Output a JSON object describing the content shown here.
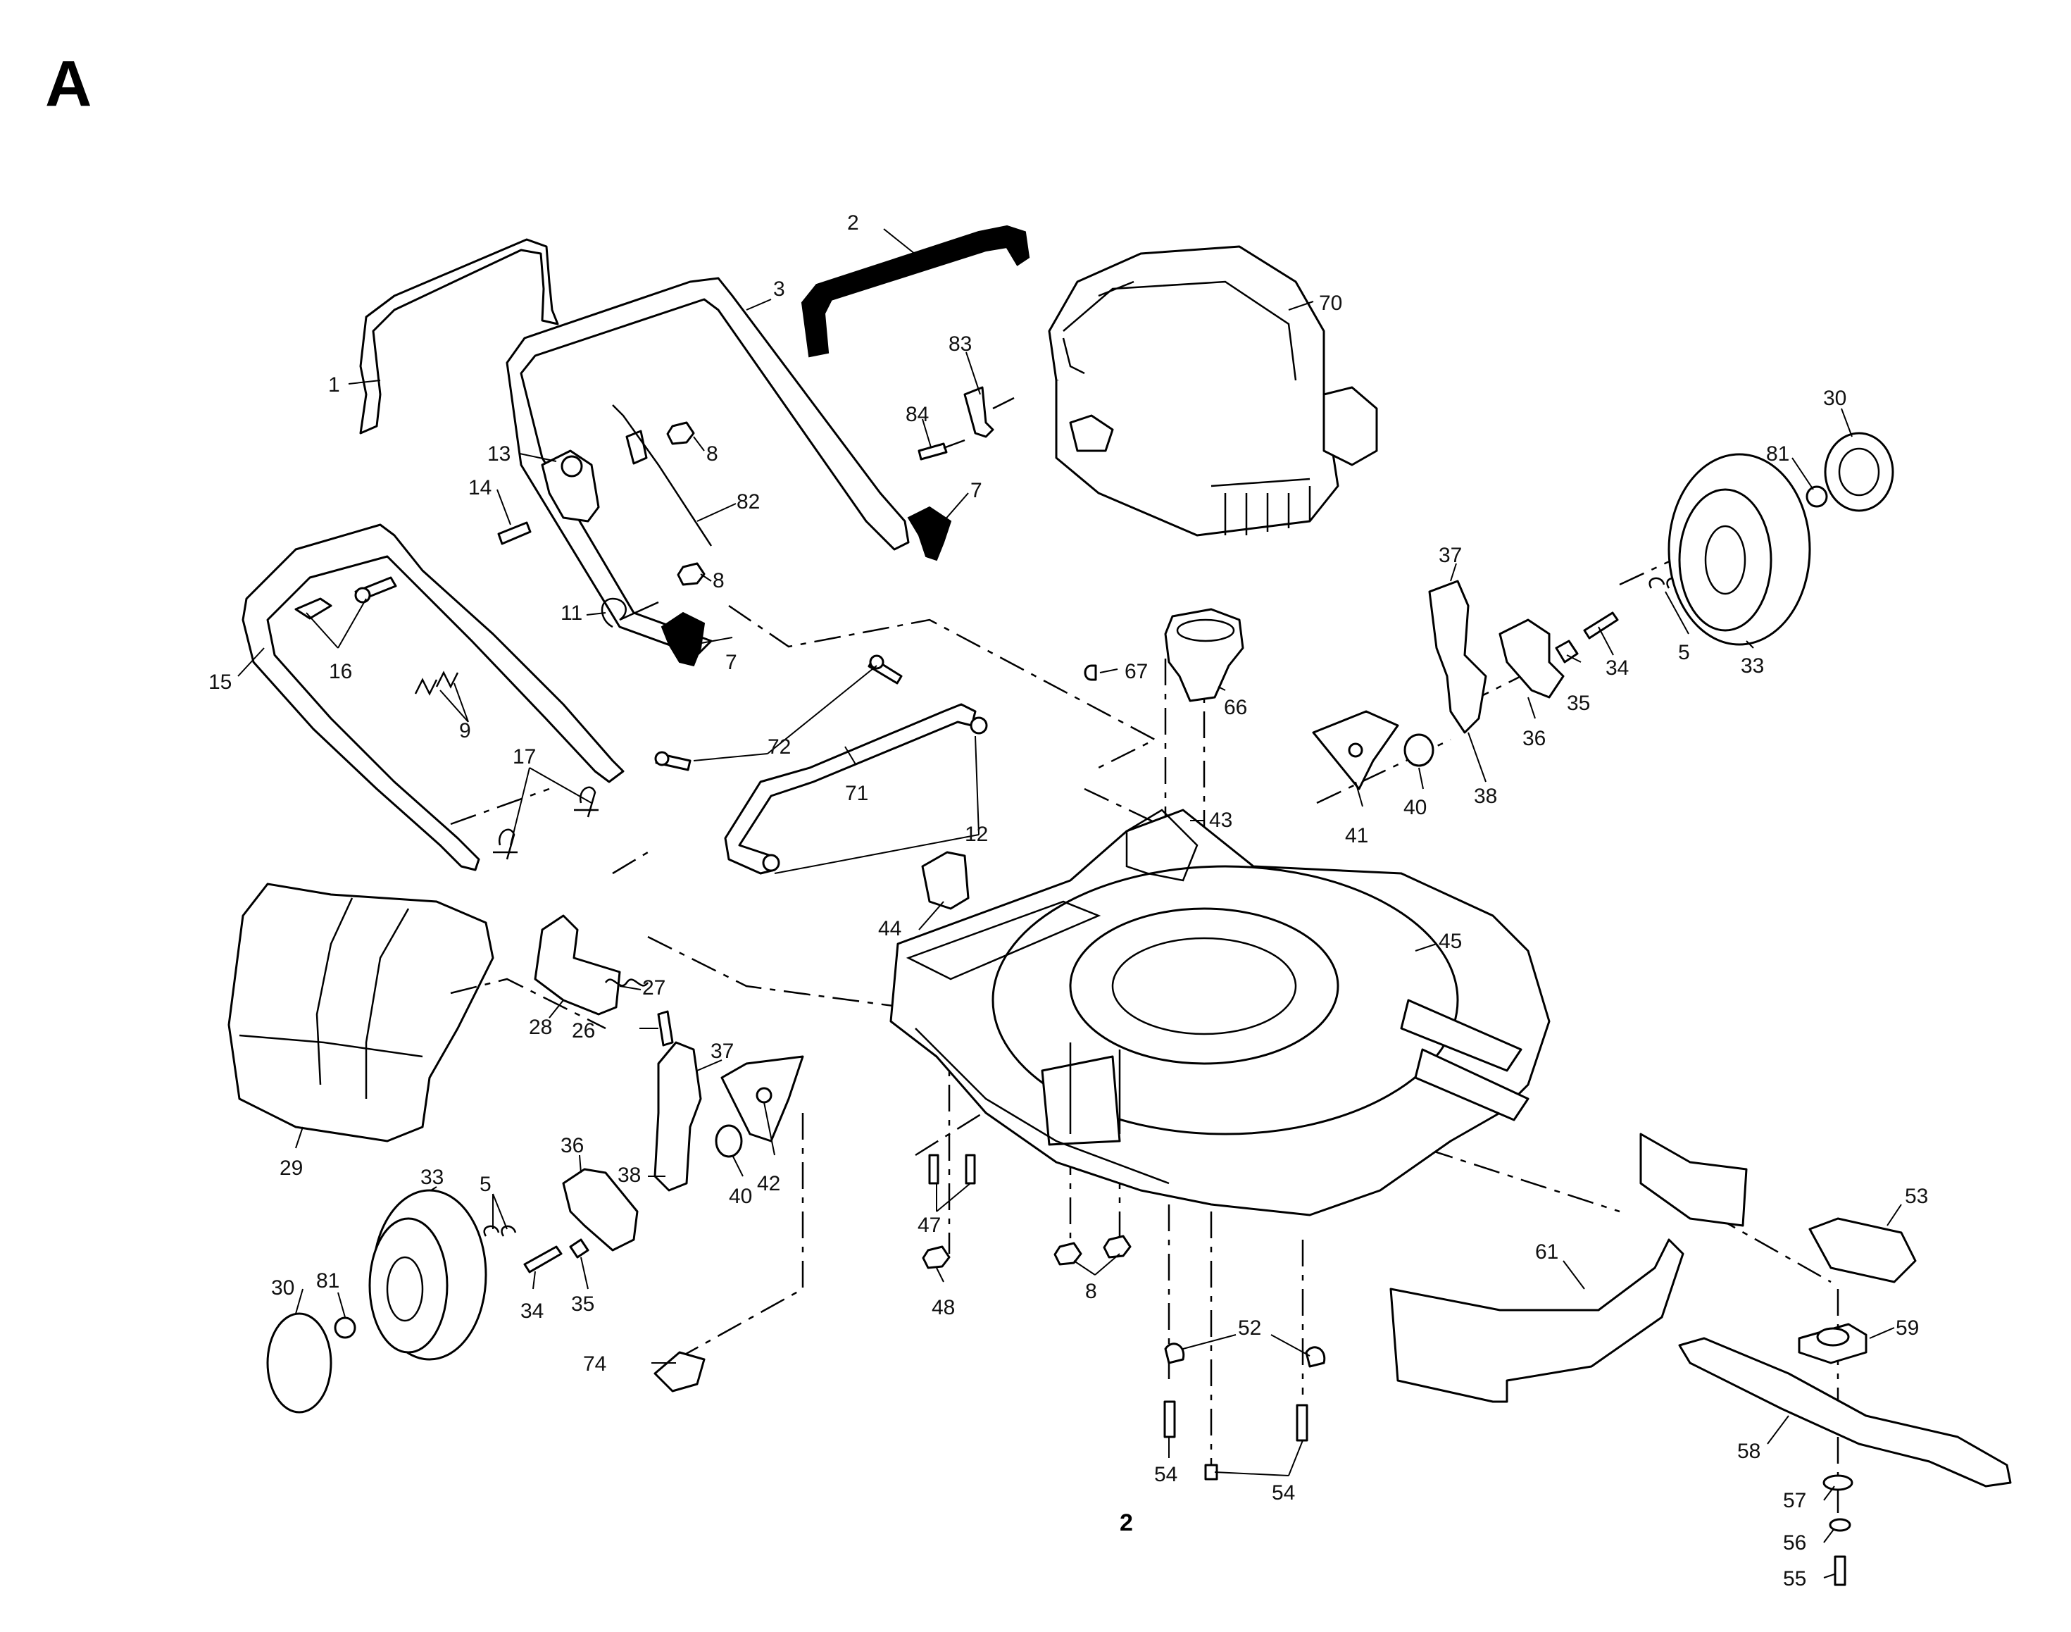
{
  "section_letter": "A",
  "page_number": "2",
  "callouts": [
    {
      "id": "1"
    },
    {
      "id": "2"
    },
    {
      "id": "3"
    },
    {
      "id": "83"
    },
    {
      "id": "70"
    },
    {
      "id": "84"
    },
    {
      "id": "13"
    },
    {
      "id": "8"
    },
    {
      "id": "7"
    },
    {
      "id": "82"
    },
    {
      "id": "14"
    },
    {
      "id": "30"
    },
    {
      "id": "81"
    },
    {
      "id": "8"
    },
    {
      "id": "11"
    },
    {
      "id": "37"
    },
    {
      "id": "5"
    },
    {
      "id": "15"
    },
    {
      "id": "16"
    },
    {
      "id": "7"
    },
    {
      "id": "67"
    },
    {
      "id": "66"
    },
    {
      "id": "34"
    },
    {
      "id": "35"
    },
    {
      "id": "33"
    },
    {
      "id": "9"
    },
    {
      "id": "72"
    },
    {
      "id": "36"
    },
    {
      "id": "17"
    },
    {
      "id": "71"
    },
    {
      "id": "40"
    },
    {
      "id": "38"
    },
    {
      "id": "43"
    },
    {
      "id": "41"
    },
    {
      "id": "12"
    },
    {
      "id": "44"
    },
    {
      "id": "45"
    },
    {
      "id": "27"
    },
    {
      "id": "37"
    },
    {
      "id": "28"
    },
    {
      "id": "26"
    },
    {
      "id": "42"
    },
    {
      "id": "29"
    },
    {
      "id": "36"
    },
    {
      "id": "33"
    },
    {
      "id": "5"
    },
    {
      "id": "38"
    },
    {
      "id": "40"
    },
    {
      "id": "53"
    },
    {
      "id": "47"
    },
    {
      "id": "61"
    },
    {
      "id": "30"
    },
    {
      "id": "81"
    },
    {
      "id": "8"
    },
    {
      "id": "34"
    },
    {
      "id": "35"
    },
    {
      "id": "48"
    },
    {
      "id": "59"
    },
    {
      "id": "74"
    },
    {
      "id": "52"
    },
    {
      "id": "58"
    },
    {
      "id": "54"
    },
    {
      "id": "54"
    },
    {
      "id": "57"
    },
    {
      "id": "56"
    },
    {
      "id": "55"
    }
  ]
}
